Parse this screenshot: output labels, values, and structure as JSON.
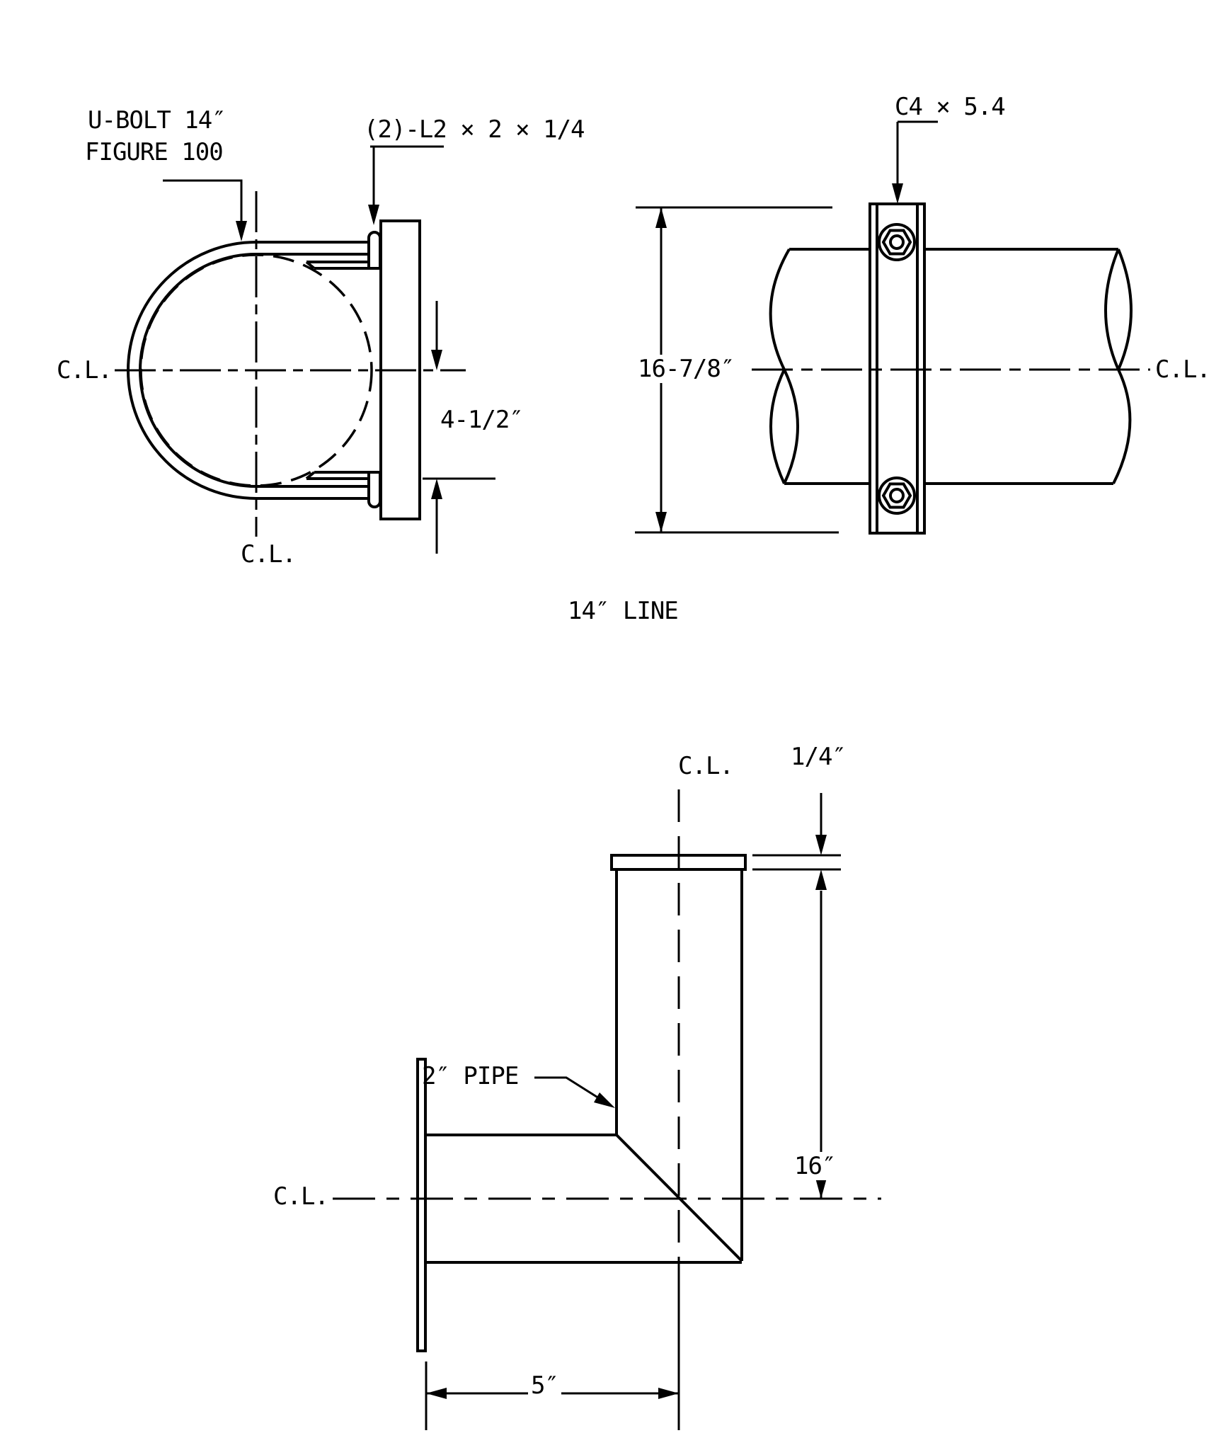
{
  "page": {
    "background": "#ffffff",
    "ink": "#000000"
  },
  "views": {
    "u_bolt_front": {
      "labels": {
        "u_bolt_line1": "U-BOLT 14″",
        "u_bolt_line2": "FIGURE 100",
        "angles": "(2)-L2 × 2 × 1/4",
        "centerline_left": "C.L.",
        "centerline_bottom": "C.L."
      },
      "dimensions": {
        "offset": "4-1/2″"
      }
    },
    "channel_side": {
      "labels": {
        "channel": "C4 × 5.4",
        "centerline_right": "C.L."
      },
      "dimensions": {
        "channel_length": "16-7/8″"
      }
    },
    "caption": "14″ LINE",
    "bracket_elevation": {
      "labels": {
        "centerline_top": "C.L.",
        "pipe": "2″ PIPE",
        "centerline_left": "C.L."
      },
      "dimensions": {
        "cap_thickness": "1/4″",
        "vertical_length": "16″",
        "horizontal_length": "5″"
      }
    }
  }
}
